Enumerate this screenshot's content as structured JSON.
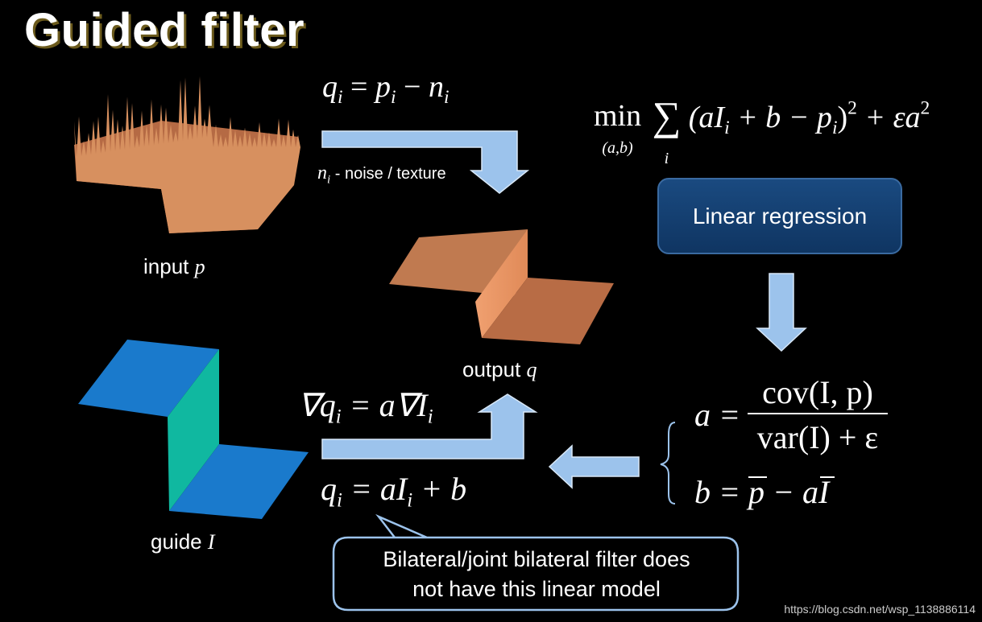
{
  "title": "Guided filter",
  "eq_noise": {
    "lhs": "q",
    "lhs_sub": "i",
    "rhs1": "p",
    "rhs1_sub": "i",
    "rhs2": "n",
    "rhs2_sub": "i"
  },
  "noise_label": {
    "sym": "n",
    "sym_sub": "i",
    "text": " - noise / texture"
  },
  "input_label": {
    "word": "input ",
    "sym": "p"
  },
  "output_label": {
    "word": "output ",
    "sym": "q"
  },
  "guide_label": {
    "word": "guide ",
    "sym": "I"
  },
  "objective": {
    "min": "min",
    "min_sub": "(a,b)",
    "sum_sub": "i",
    "body": "(aI",
    "body_sub": "i",
    "body2": " + b − p",
    "body2_sub": "i",
    "body3": ")",
    "sq": "2",
    "tail": " + εa",
    "tail_sup": "2"
  },
  "linear_regression": "Linear regression",
  "coef_a": {
    "lhs": "a =",
    "num": "cov(I, p)",
    "den": "var(I) + ε"
  },
  "coef_b": {
    "text": "b = p − aI"
  },
  "gradient_eq": {
    "text": "∇q",
    "sub": "i",
    "rhs": " = a∇I",
    "rhs_sub": "i"
  },
  "linear_model_eq": {
    "text": "q",
    "sub": "i",
    "rhs": " = aI",
    "rhs_sub": "i",
    "rhs2": " + b"
  },
  "callout": {
    "line1": "Bilateral/joint bilateral filter does",
    "line2": "not have this linear model"
  },
  "watermark": "https://blog.csdn.net/wsp_1138886114",
  "colors": {
    "arrow": "#9cc3ec",
    "copper": "#d88a5a",
    "blue": "#1a7acc",
    "teal": "#10b8a0",
    "box": "#12406f"
  }
}
